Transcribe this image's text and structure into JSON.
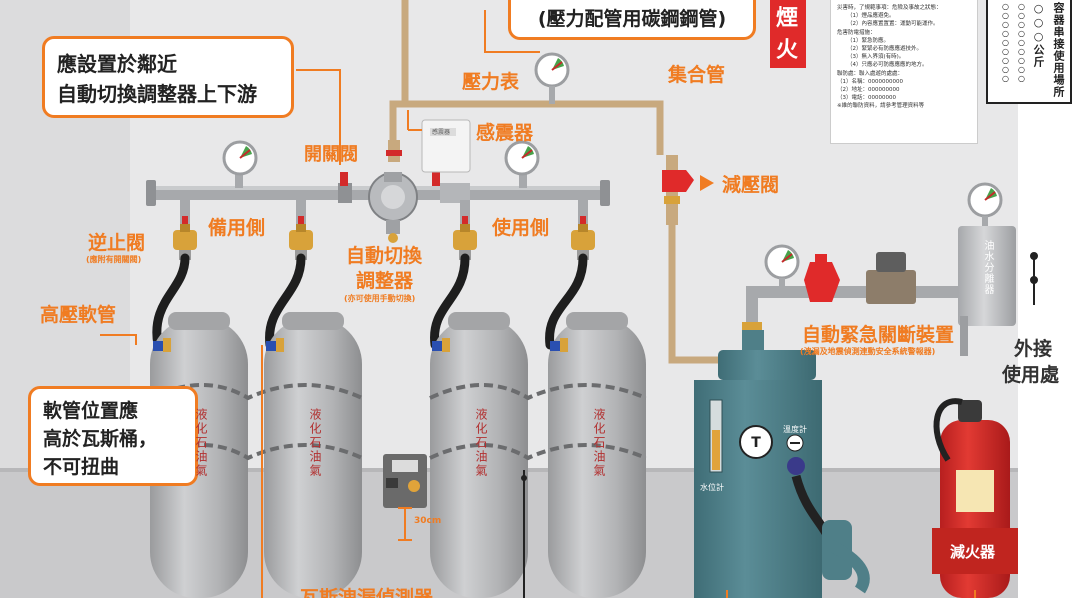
{
  "colors": {
    "accent": "#f07c22",
    "cylinder": "#b8b9bb",
    "tank": "#4f7f88",
    "pipe": "#a7a9ac",
    "copper": "#c8a97e",
    "red": "#e02a2a"
  },
  "labels": {
    "top_pipe": "(壓力配管用碳鋼鋼管)",
    "no_fire_1": "煙",
    "no_fire_2": "火",
    "callout_top_1": "應設置於鄰近",
    "callout_top_2": "自動切換調整器上下游",
    "pressure_gauge": "壓力表",
    "manifold": "集合管",
    "open_close_valve": "開關閥",
    "seismic_sensor": "感震器",
    "seismic_box": "感震器",
    "reducing_valve": "減壓閥",
    "standby_side": "備用側",
    "use_side": "使用側",
    "check_valve": "逆止閥",
    "check_valve_note": "(應附有開關閥)",
    "auto_regulator_1": "自動切換",
    "auto_regulator_2": "調整器",
    "auto_regulator_note": "(亦可使用手動切換)",
    "hp_hose": "高壓軟管",
    "callout_hose_1": "軟管位置應",
    "callout_hose_2": "高於瓦斯桶，",
    "callout_hose_3": "不可扭曲",
    "emergency_shutoff": "自動緊急關斷裝置",
    "emergency_note": "(洩漏及地震偵測連動安全系統警報器)",
    "separator": "油水分離器",
    "external_1": "外接",
    "external_2": "使用處",
    "cylinder_text": "液化石油氣",
    "temp_meter": "溫度計",
    "level_meter": "水位計",
    "distance": "30cm",
    "gas_detector": "瓦斯洩漏偵測器",
    "extinguisher": "減火器"
  },
  "right_sign": [
    "容器串接使用場所",
    "○○○公斤",
    "○○○○○○○○○",
    "○○○○○○○○○"
  ],
  "notice_lines": [
    "災害時，了規範事項：危險及事故之狀態：",
    "（1）煙品應避免。",
    "（2）內容應置置置：運動可能運作。",
    "危害防電措施：",
    "（1）緊急防應。",
    "（2）緊緊必有防應應遊技外。",
    "（3）無入界須(有時)。",
    "（4）只應必可防應應應的地方。",
    "聯防處：聯入處遊的處處：",
    "（1）名稱：0000000000",
    "（2）地址：000000000",
    "（3）電話：00000000",
    "※維的聯防資料，請參考管理資料等"
  ]
}
